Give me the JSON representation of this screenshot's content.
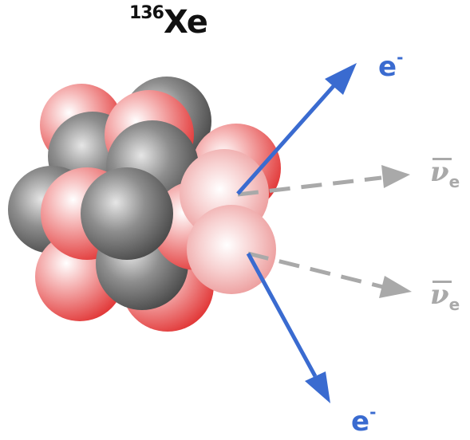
{
  "title": {
    "mass_number": "136",
    "element": "Xe"
  },
  "particles": {
    "electron_top": {
      "symbol": "e",
      "charge": "-"
    },
    "electron_bottom": {
      "symbol": "e",
      "charge": "-"
    },
    "antineutrino_top": {
      "symbol": "ν",
      "subscript": "e"
    },
    "antineutrino_bottom": {
      "symbol": "ν",
      "subscript": "e"
    }
  },
  "colors": {
    "proton": "#e23a3a",
    "proton_light": "#f3b0b0",
    "neutron": "#5a5a5a",
    "electron_arrow": "#3a6bd0",
    "neutrino_arrow": "#a9a9a9",
    "title": "#111111"
  }
}
